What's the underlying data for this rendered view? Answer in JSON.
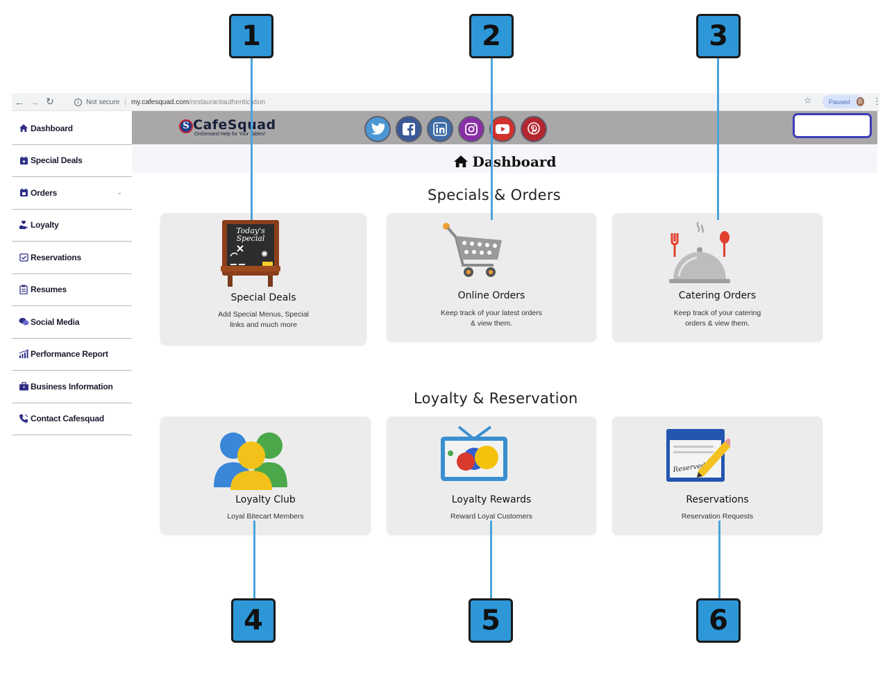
{
  "browser": {
    "security_label": "Not secure",
    "url_host": "my.cafesquad.com",
    "url_path": "/restaurantauthentication",
    "profile_status": "Paused",
    "profile_initial": "B"
  },
  "header": {
    "logo_text": "CafeSquad",
    "logo_tagline": "OnDemand Help for Your Tables!",
    "social_icons": [
      "twitter-icon",
      "facebook-icon",
      "linkedin-icon",
      "instagram-icon",
      "youtube-icon",
      "pinterest-icon"
    ]
  },
  "sidebar": {
    "items": [
      {
        "label": "Dashboard",
        "icon": "home-icon"
      },
      {
        "label": "Special Deals",
        "icon": "calendar-star-icon"
      },
      {
        "label": "Orders",
        "icon": "calendar-check-icon"
      },
      {
        "label": "Loyalty",
        "icon": "hand-heart-icon"
      },
      {
        "label": "Reservations",
        "icon": "calendar-check-icon"
      },
      {
        "label": "Resumes",
        "icon": "clipboard-icon"
      },
      {
        "label": "Social Media",
        "icon": "chat-bubbles-icon"
      },
      {
        "label": "Performance Report",
        "icon": "bar-chart-icon"
      },
      {
        "label": "Business Information",
        "icon": "briefcase-icon"
      },
      {
        "label": "Contact Cafesquad",
        "icon": "phone-icon"
      }
    ]
  },
  "main": {
    "page_title": "Dashboard",
    "sections": [
      {
        "title": "Specials & Orders",
        "cards": [
          {
            "title": "Special Deals",
            "description": "Add Special Menus, Special links and much more",
            "icon": "chalkboard-icon"
          },
          {
            "title": "Online Orders",
            "description": "Keep track of your latest orders & view them.",
            "icon": "shopping-cart-icon"
          },
          {
            "title": "Catering Orders",
            "description": "Keep track of your catering orders & view them.",
            "icon": "cloche-icon"
          }
        ]
      },
      {
        "title": "Loyalty & Reservation",
        "cards": [
          {
            "title": "Loyalty Club",
            "description": "Loyal Bitecart Members",
            "icon": "people-group-icon"
          },
          {
            "title": "Loyalty Rewards",
            "description": "Reward Loyal Customers",
            "icon": "tv-icon"
          },
          {
            "title": "Reservations",
            "description": "Reservation Requests",
            "icon": "reserved-card-icon"
          }
        ]
      }
    ]
  },
  "callouts": [
    "1",
    "2",
    "3",
    "4",
    "5",
    "6"
  ],
  "colors": {
    "callout_fill": "#2d97d8",
    "callout_line": "#4ba3dc",
    "header_bg": "#a9a7a8",
    "card_bg": "#ececec"
  }
}
